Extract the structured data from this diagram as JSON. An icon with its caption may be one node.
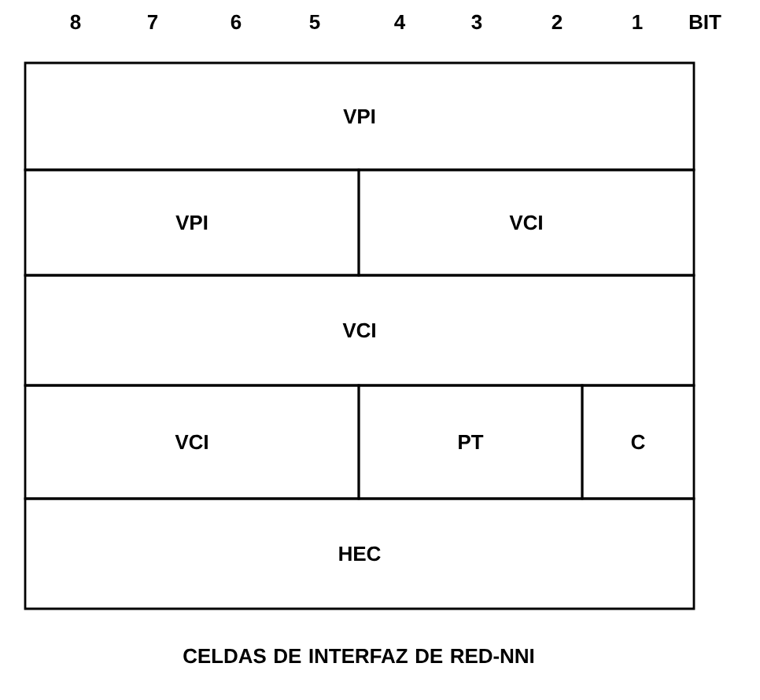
{
  "diagram": {
    "caption": "CELDAS DE INTERFAZ DE RED-NNI",
    "nodes": [
      {
        "text": [
          "VPI"
        ]
      },
      {
        "text": [
          "VPI"
        ]
      },
      {
        "text": [
          "VCI"
        ]
      },
      {
        "text": [
          "VCI"
        ]
      },
      {
        "text": [
          "VCI"
        ]
      },
      {
        "text": [
          "PT"
        ]
      },
      {
        "text": [
          "C"
        ]
      },
      {
        "text": [
          "HEC"
        ]
      }
    ],
    "labels": [
      "8",
      "7",
      "6",
      "5",
      "4",
      "3",
      "2",
      "1",
      "BIT"
    ]
  }
}
